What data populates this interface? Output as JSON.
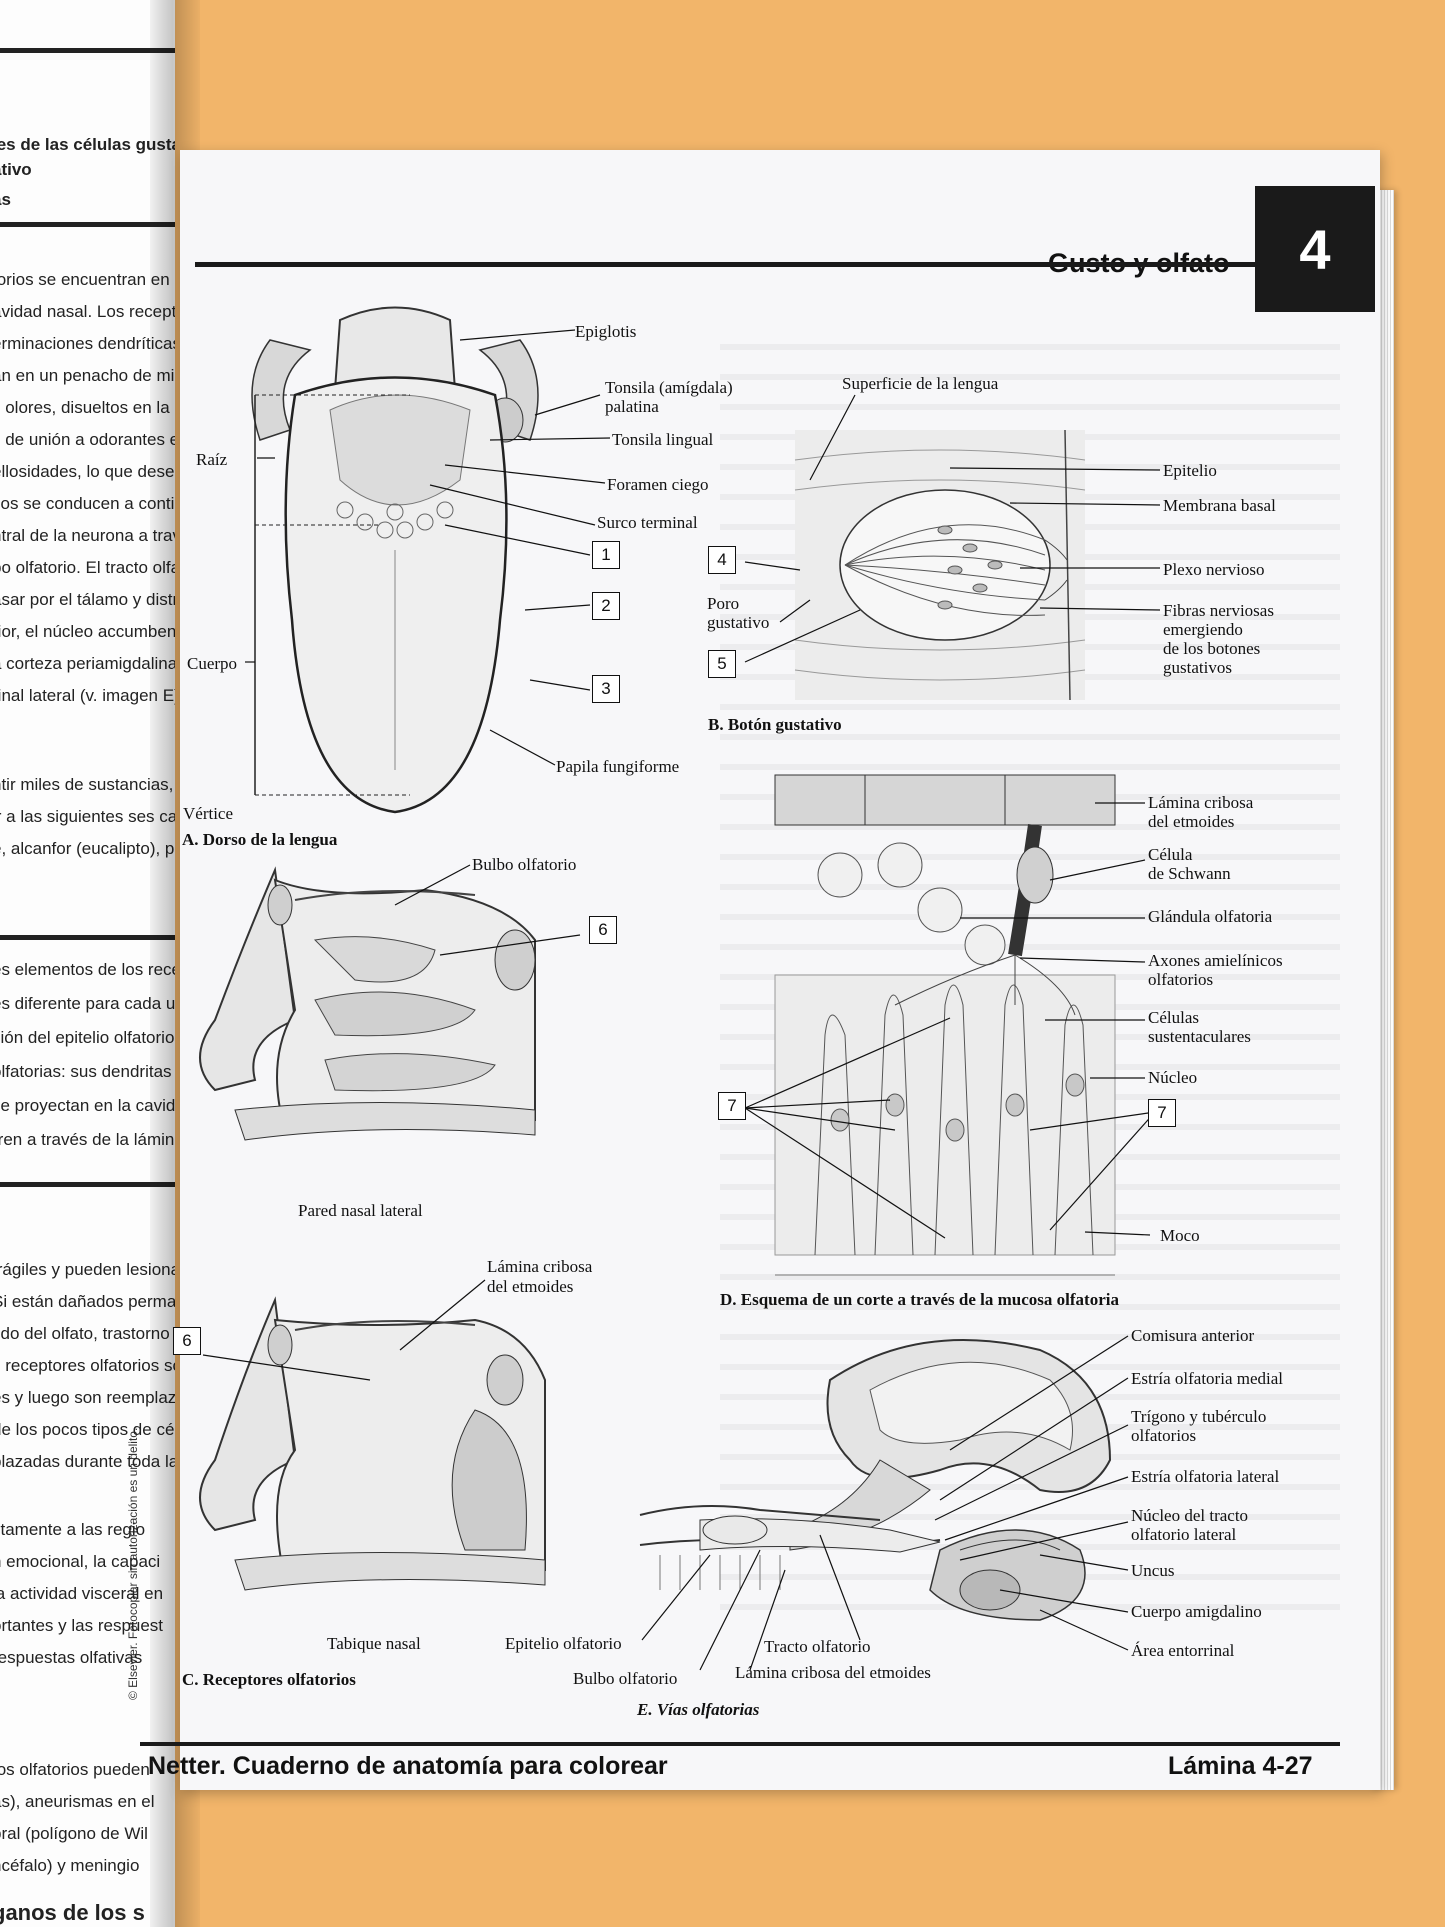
{
  "left_page": {
    "lines_top": [
      "les de las células gustati",
      "ativo",
      "as"
    ],
    "lines_body": [
      "torios se encuentran en el",
      "avidad nasal. Los receptore",
      "erminaciones dendríticas e",
      "an en un penacho de micro",
      "s olores, disueltos en la pel",
      "s de unión a odorantes espe",
      "ellosidades, lo que desenca",
      "sos se conducen a continua",
      "ntral de la neurona a través",
      "bo olfatorio. El tracto olfator",
      "asar por el tálamo y distrib",
      "rior, el núcleo accumbens, e",
      "a corteza periamigdalina, e",
      "rinal lateral (v. imagen E)."
    ],
    "lines_mid": [
      "ntir miles de sustancias, pe",
      "ir a las siguientes ses categ",
      "e, alcanfor (eucalipto), pútri"
    ],
    "lines_box": [
      "es elementos de los recept",
      "es diferente para cada uno:",
      "ción del epitelio olfatorio e",
      "olfatorias: sus dendritas",
      "se proyectan en la cavidad",
      "rren a través de la lámina"
    ],
    "lines_bottom": [
      "frágiles y pueden lesionar",
      "Si están dañados permane",
      "tido del olfato, trastorno d",
      "s receptores olfatorios so",
      "es y luego son reemplaz",
      "de los pocos tipos de cél",
      "plazadas durante toda la"
    ],
    "lines_foot": [
      "ctamente a las regio",
      "n emocional, la capaci",
      "la actividad visceral en",
      "ortantes y las respuest",
      "respuestas olfativas"
    ],
    "lines_edge": [
      "tos olfatorios pueden",
      "as), aneurismas en el",
      "bral (polígono de Wil",
      "ncéfalo) y meningio"
    ],
    "copyright": "© Elsevier. Fotocopiar sin autorización es un delito.",
    "spine": "ganos de los s"
  },
  "header": {
    "title": "Gusto y olfato",
    "chapter_number": "4"
  },
  "panel_a": {
    "caption": "A. Dorso de la lengua",
    "labels": {
      "epiglotis": "Epiglotis",
      "tonsila_palatina_1": "Tonsila (amígdala)",
      "tonsila_palatina_2": "palatina",
      "tonsila_lingual": "Tonsila lingual",
      "foramen_ciego": "Foramen ciego",
      "surco_terminal": "Surco terminal",
      "papila_fungiforme": "Papila fungiforme",
      "raiz": "Raíz",
      "cuerpo": "Cuerpo",
      "vertice": "Vértice"
    },
    "numbers": [
      "1",
      "2",
      "3"
    ]
  },
  "panel_b": {
    "caption": "B. Botón gustativo",
    "labels": {
      "superficie": "Superficie de la lengua",
      "epitelio": "Epitelio",
      "membrana_basal": "Membrana basal",
      "plexo_nervioso": "Plexo nervioso",
      "fibras_1": "Fibras nerviosas",
      "fibras_2": "emergiendo",
      "fibras_3": "de los botones",
      "fibras_4": "gustativos",
      "poro_1": "Poro",
      "poro_2": "gustativo"
    },
    "numbers": [
      "4",
      "5"
    ]
  },
  "panel_c": {
    "caption": "C. Receptores olfatorios",
    "labels": {
      "bulbo_olfatorio": "Bulbo olfatorio",
      "pared_nasal_lateral": "Pared nasal lateral",
      "lamina_cribosa_1": "Lámina cribosa",
      "lamina_cribosa_2": "del etmoides",
      "tabique_nasal": "Tabique nasal"
    },
    "numbers": [
      "6",
      "6"
    ]
  },
  "panel_d": {
    "caption": "D. Esquema de un corte a través de la mucosa olfatoria",
    "labels": {
      "lamina_1": "Lámina cribosa",
      "lamina_2": "del etmoides",
      "schwann_1": "Célula",
      "schwann_2": "de Schwann",
      "glandula": "Glándula olfatoria",
      "axones_1": "Axones amielínicos",
      "axones_2": "olfatorios",
      "sustentaculares_1": "Células",
      "sustentaculares_2": "sustentaculares",
      "nucleo": "Núcleo",
      "moco": "Moco"
    },
    "numbers": [
      "7",
      "7"
    ]
  },
  "panel_e": {
    "caption": "E. Vías olfatorias",
    "labels": {
      "comisura": "Comisura anterior",
      "estria_medial": "Estría olfatoria medial",
      "trigono_1": "Trígono y tubérculo",
      "trigono_2": "olfatorios",
      "estria_lateral": "Estría olfatoria lateral",
      "nucleo_tracto_1": "Núcleo del tracto",
      "nucleo_tracto_2": "olfatorio lateral",
      "uncus": "Uncus",
      "amigdalino": "Cuerpo amigdalino",
      "entorrinal": "Área entorrinal",
      "epitelio_olf": "Epitelio olfatorio",
      "bulbo_olf": "Bulbo olfatorio",
      "tracto_olf": "Tracto olfatorio",
      "lamina_etm": "Lámina cribosa del etmoides"
    }
  },
  "footer": {
    "book_title": "Netter. Cuaderno de anatomía para colorear",
    "plate": "Lámina 4-27"
  },
  "colors": {
    "background": "#f2b56a",
    "page": "#f7f7f9",
    "ink": "#111111",
    "chapter_box": "#1a1a1a"
  }
}
